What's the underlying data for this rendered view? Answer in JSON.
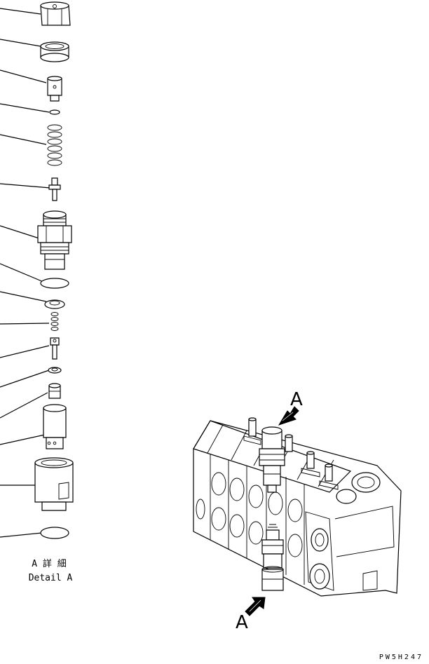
{
  "detail_caption": {
    "jp": "A 詳 細",
    "en": "Detail A"
  },
  "view_label_top": "A",
  "view_label_bottom": "A",
  "drawing_code": "PW5H247"
}
